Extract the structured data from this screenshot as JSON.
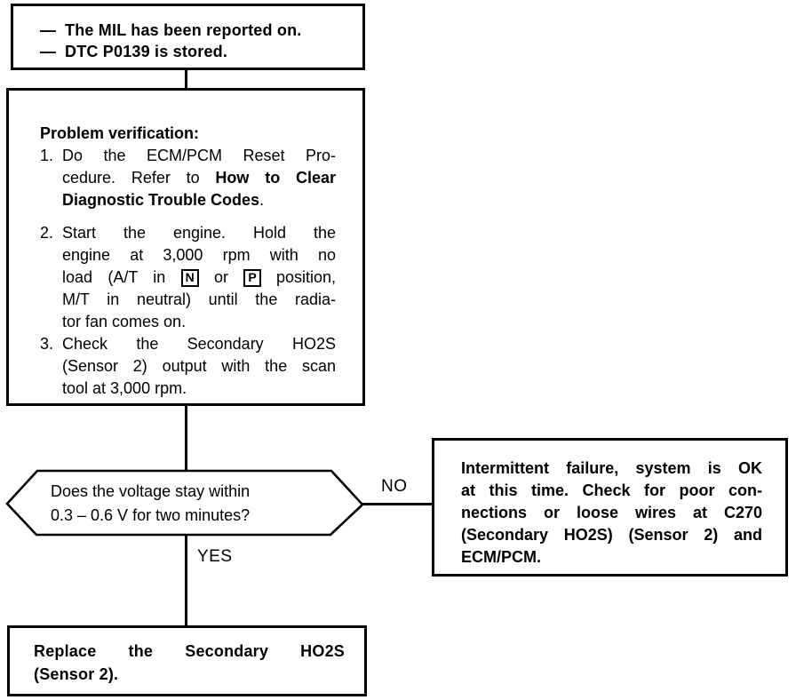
{
  "dtc_box": {
    "bullet": "—",
    "line1": "The MIL has been reported on.",
    "line2": "DTC P0139 is stored."
  },
  "verification_box": {
    "title": "Problem verification:",
    "step1": {
      "num": "1.",
      "line1": "Do the ECM/PCM Reset Pro-",
      "line2_plain": "cedure. Refer to ",
      "line2_bold": "How to Clear",
      "line3_bold": "Diagnostic Trouble Codes",
      "line3_plain": "."
    },
    "step2": {
      "num": "2.",
      "line1": "Start the engine. Hold the",
      "line2": "engine at 3,000 rpm with no",
      "line3_a": "load (A/T in ",
      "gear_n": "N",
      "line3_b": " or ",
      "gear_p": "P",
      "line3_c": " position,",
      "line4": "M/T in neutral) until the radia-",
      "line5": "tor fan comes on."
    },
    "step3": {
      "num": "3.",
      "line1": "Check the Secondary HO2S",
      "line2": "(Sensor 2) output with the scan",
      "line3": "tool at 3,000 rpm."
    }
  },
  "decision": {
    "line1": "Does the voltage stay within",
    "line2": "0.3 – 0.6 V for two minutes?"
  },
  "branch_labels": {
    "no": "NO",
    "yes": "YES"
  },
  "intermittent_box": {
    "line1": "Intermittent failure, system is OK",
    "line2": "at this time. Check for poor con-",
    "line3": "nections or loose wires at C270",
    "line4": "(Secondary HO2S) (Sensor 2) and",
    "line5": "ECM/PCM."
  },
  "replace_box": {
    "line1": "Replace the Secondary HO2S",
    "line2": "(Sensor 2)."
  },
  "colors": {
    "ink": "#000000",
    "paper": "#ffffff"
  }
}
